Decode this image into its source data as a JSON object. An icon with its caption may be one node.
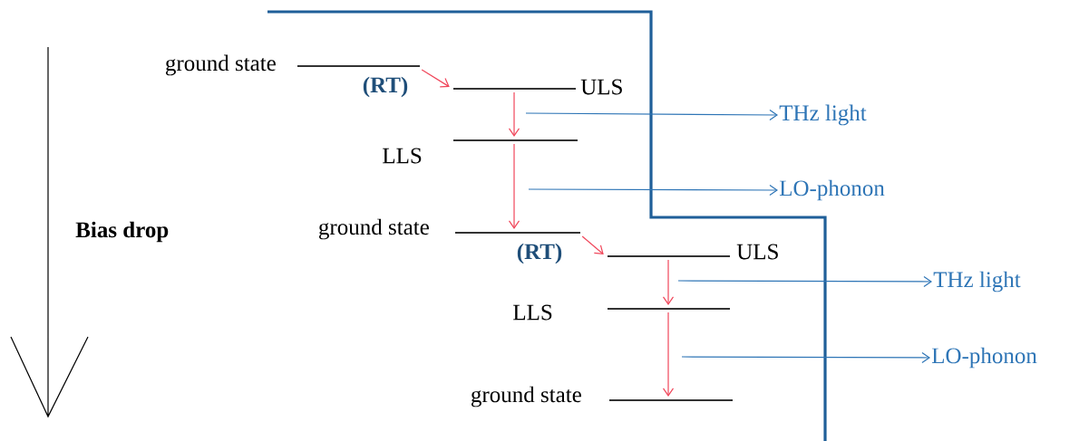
{
  "diagram": {
    "nodes": [
      {
        "text": [],
        "shape": "bar",
        "beside": [
          "ground state"
        ]
      },
      {
        "text": [],
        "shape": "bar",
        "beside": [
          "ULS"
        ]
      },
      {
        "text": [],
        "shape": "bar",
        "beside": [
          "LLS"
        ]
      },
      {
        "text": [],
        "shape": "bar",
        "beside": [
          "ground state"
        ]
      },
      {
        "text": [],
        "shape": "bar",
        "beside": [
          "ULS"
        ]
      },
      {
        "text": [],
        "shape": "bar",
        "beside": [
          "LLS"
        ]
      },
      {
        "text": [],
        "shape": "bar",
        "beside": [
          "ground state"
        ]
      },
      {
        "text": [
          "THz light"
        ]
      },
      {
        "text": [
          "LO-phonon"
        ]
      },
      {
        "text": [
          "THz light"
        ]
      },
      {
        "text": [
          "LO-phonon"
        ]
      }
    ],
    "edges": [
      {
        "from": 0,
        "to": 1,
        "arrow": "to",
        "label": "(RT)"
      },
      {
        "from": 1,
        "to": 2,
        "arrow": "to"
      },
      {
        "from": 2,
        "to": 3,
        "arrow": "to"
      },
      {
        "from": 3,
        "to": 4,
        "arrow": "to",
        "label": "(RT)"
      },
      {
        "from": 4,
        "to": 5,
        "arrow": "to"
      },
      {
        "from": 5,
        "to": 6,
        "arrow": "to"
      },
      {
        "from": null,
        "to": 7,
        "arrow": "to",
        "color": "#2e75b6"
      },
      {
        "from": null,
        "to": 8,
        "arrow": "to",
        "color": "#2e75b6"
      },
      {
        "from": null,
        "to": 9,
        "arrow": "to",
        "color": "#2e75b6"
      },
      {
        "from": null,
        "to": 10,
        "arrow": "to",
        "color": "#2e75b6"
      }
    ],
    "labels": [
      "Bias drop"
    ]
  }
}
